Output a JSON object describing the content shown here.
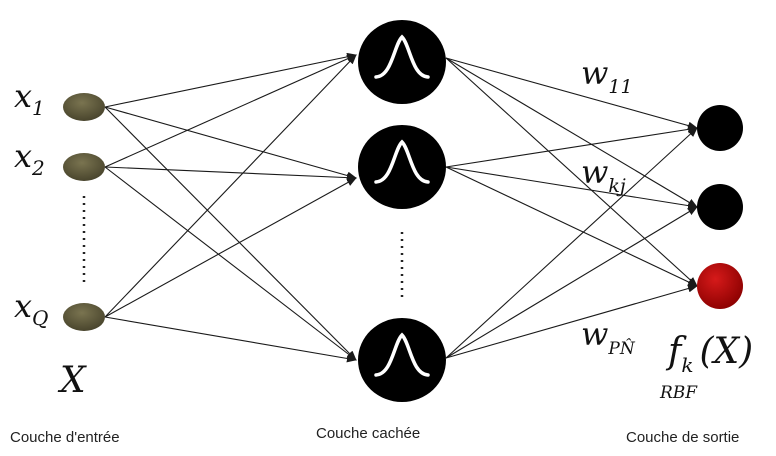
{
  "colors": {
    "input_node": "#5d5838",
    "hidden_node": "#000000",
    "output_node": "#000000",
    "output_highlight": "#b00000",
    "connection": "#1a1a1a",
    "rbf_curve": "#ffffff"
  },
  "inputs": {
    "labels": [
      {
        "var": "x",
        "sub": "1"
      },
      {
        "var": "x",
        "sub": "2"
      },
      {
        "var": "x",
        "sub": "Q"
      }
    ],
    "vector_label": "X",
    "layer_caption": "Couche d'entrée"
  },
  "hidden": {
    "node_icon": "gaussian-rbf-icon",
    "layer_caption": "Couche cachée"
  },
  "weights": [
    {
      "var": "w",
      "sub": "11"
    },
    {
      "var": "w",
      "sub": "kj"
    },
    {
      "var": "w",
      "sub": "PN̂"
    }
  ],
  "output": {
    "function": {
      "var": "f",
      "sub": "k",
      "arg": "(X)"
    },
    "sublabel": "RBF",
    "layer_caption": "Couche de sortie",
    "highlighted_index": 2
  }
}
